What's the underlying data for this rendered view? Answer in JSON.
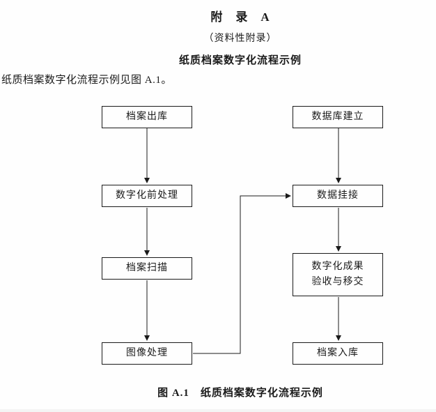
{
  "page": {
    "title_line1": "附　录　A",
    "title_line2": "（资料性附录）",
    "title_line3": "纸质档案数字化流程示例",
    "intro": "纸质档案数字化流程示例见图 A.1。",
    "caption": "图 A.1　纸质档案数字化流程示例"
  },
  "flowchart": {
    "left": [
      {
        "label": "档案出库"
      },
      {
        "label": "数字化前处理"
      },
      {
        "label": "档案扫描"
      },
      {
        "label": "图像处理"
      }
    ],
    "right": [
      {
        "label": "数据库建立"
      },
      {
        "label": "数据挂接"
      },
      {
        "label": "数字化成果\n验收与移交"
      },
      {
        "label": "档案入库"
      }
    ]
  },
  "colors": {
    "line": "#1a1a1a",
    "text": "#1a1a1a",
    "background": "#fefefe"
  }
}
